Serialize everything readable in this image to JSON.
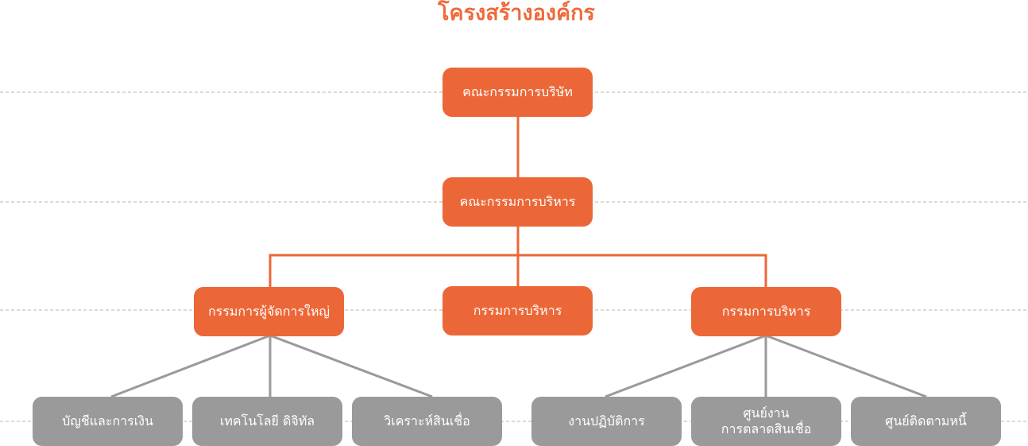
{
  "title": "โครงสร้างองค์กร",
  "nodes": {
    "board": "คณะกรรมการบริษัท",
    "executive_committee": "คณะกรรมการบริหาร",
    "managing_director": "กรรมการผู้จัดการใหญ่",
    "executive_director_center": "กรรมการบริหาร",
    "executive_director_right": "กรรมการบริหาร",
    "accounting_finance": "บัญชีและการเงิน",
    "digital_technology": "เทคโนโลยี ดิจิทัล",
    "credit_analysis": "วิเคราะห์สินเชื่อ",
    "operations": "งานปฏิบัติการ",
    "credit_marketing_center": "ศูนย์งาน\nการตลาดสินเชื่อ",
    "debt_collection_center": "ศูนย์ติดตามหนี้"
  },
  "colors": {
    "accent": "#ec6737",
    "grey_box": "#9a9a9a",
    "grey_line": "#9a9a9a",
    "dashed_line": "#b5b5b5"
  }
}
